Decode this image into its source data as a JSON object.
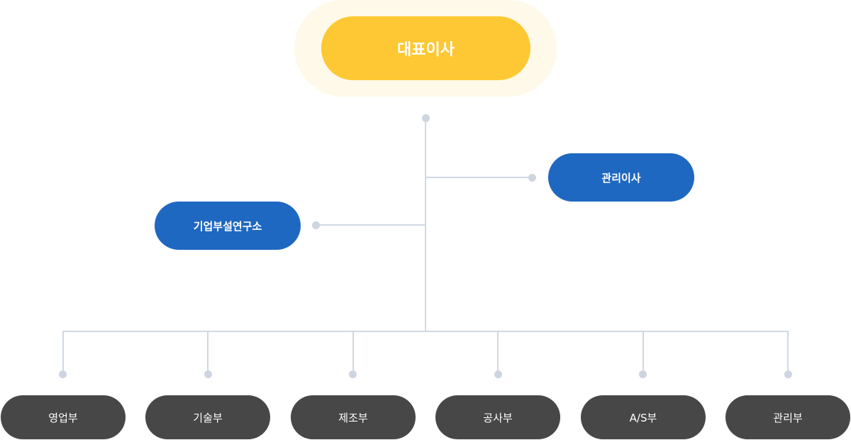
{
  "org_chart": {
    "ceo": {
      "label": "대표이사"
    },
    "management_director": {
      "label": "관리이사"
    },
    "research_lab": {
      "label": "기업부설연구소"
    },
    "departments": [
      {
        "label": "영업부"
      },
      {
        "label": "기술부"
      },
      {
        "label": "제조부"
      },
      {
        "label": "공사부"
      },
      {
        "label": "A/S부"
      },
      {
        "label": "관리부"
      }
    ]
  },
  "colors": {
    "ceo_fill": "#fdc833",
    "ceo_halo": "#fff9e9",
    "executive_fill": "#1f68c1",
    "department_fill": "#474747",
    "connector": "#cfd8e3"
  }
}
